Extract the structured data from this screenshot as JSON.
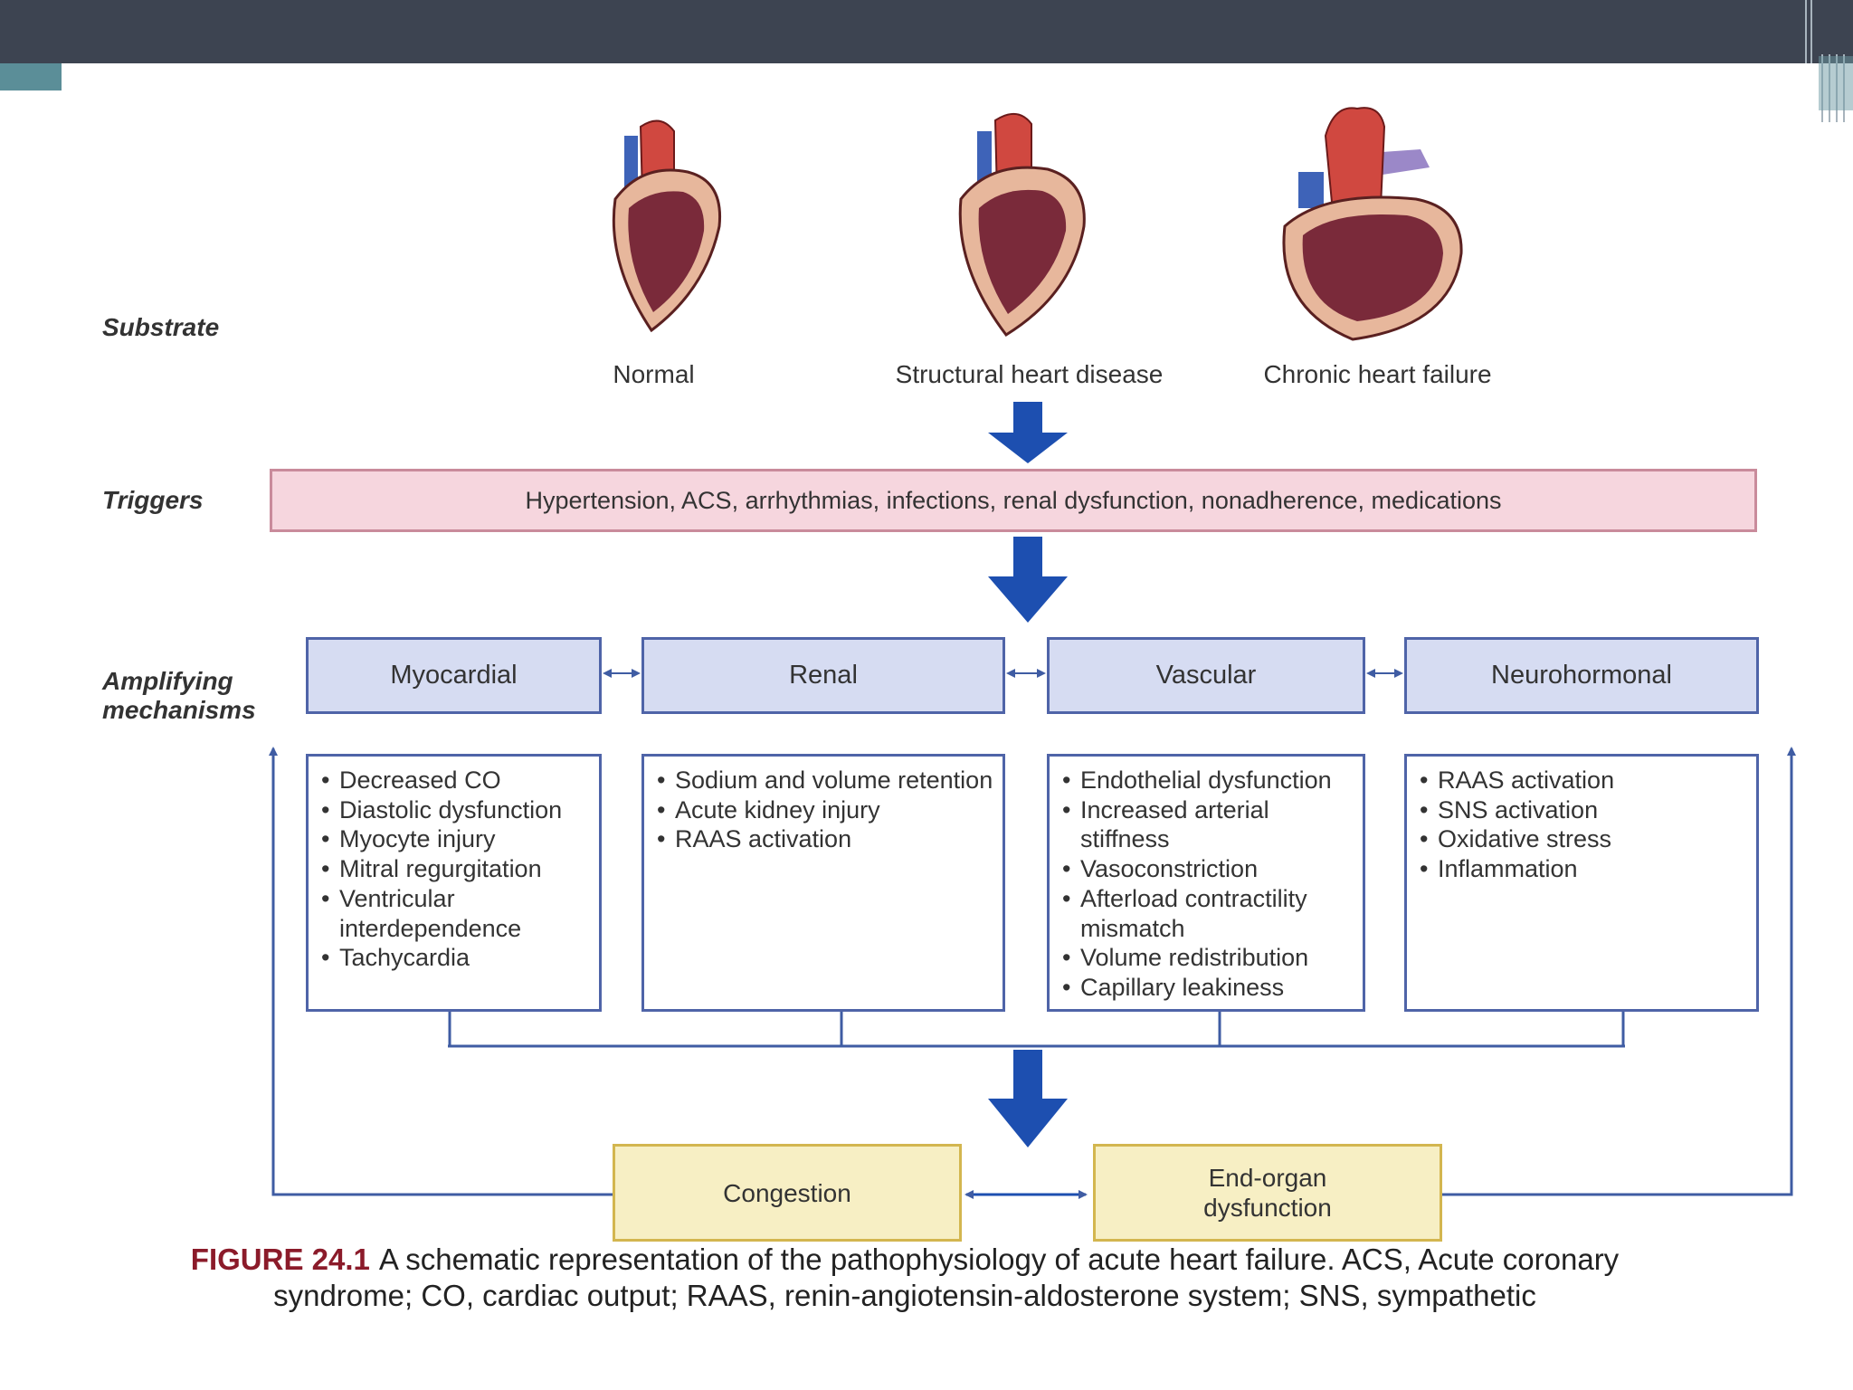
{
  "substrate": {
    "label": "Substrate",
    "hearts": [
      {
        "label": "Normal"
      },
      {
        "label": "Structural heart disease"
      },
      {
        "label": "Chronic heart failure"
      }
    ]
  },
  "triggers": {
    "label": "Triggers",
    "text": "Hypertension, ACS, arrhythmias, infections, renal dysfunction, nonadherence, medications"
  },
  "amplifying": {
    "label_line1": "Amplifying",
    "label_line2": "mechanisms",
    "mechanisms": [
      {
        "title": "Myocardial",
        "items": [
          "Decreased CO",
          "Diastolic dysfunction",
          "Myocyte injury",
          "Mitral regurgitation",
          "Ventricular interdependence",
          "Tachycardia"
        ]
      },
      {
        "title": "Renal",
        "items": [
          "Sodium and volume retention",
          "Acute kidney injury",
          "RAAS activation"
        ]
      },
      {
        "title": "Vascular",
        "items": [
          "Endothelial dysfunction",
          "Increased arterial stiffness",
          "Vasoconstriction",
          "Afterload contractility mismatch",
          "Volume redistribution",
          "Capillary leakiness"
        ]
      },
      {
        "title": "Neurohormonal",
        "items": [
          "RAAS activation",
          "SNS activation",
          "Oxidative stress",
          "Inflammation"
        ]
      }
    ]
  },
  "outcomes": {
    "congestion": "Congestion",
    "end_organ_line1": "End-organ",
    "end_organ_line2": "dysfunction"
  },
  "caption": {
    "figure": "FIGURE 24.1",
    "text": "A schematic representation of the pathophysiology of acute heart failure. ACS, Acute coronary syndrome; CO, cardiac output; RAAS, renin-angiotensin-aldosterone system; SNS, sympathetic"
  },
  "colors": {
    "arrow_blue": "#1d4fb0",
    "connector_blue": "#3f5ca3",
    "trigger_fill": "#f6d6de",
    "mechanism_fill": "#d6dcf2",
    "outcome_fill": "#f7efc4",
    "caption_red": "#8b1b2a",
    "header_bar": "#3d4451"
  }
}
